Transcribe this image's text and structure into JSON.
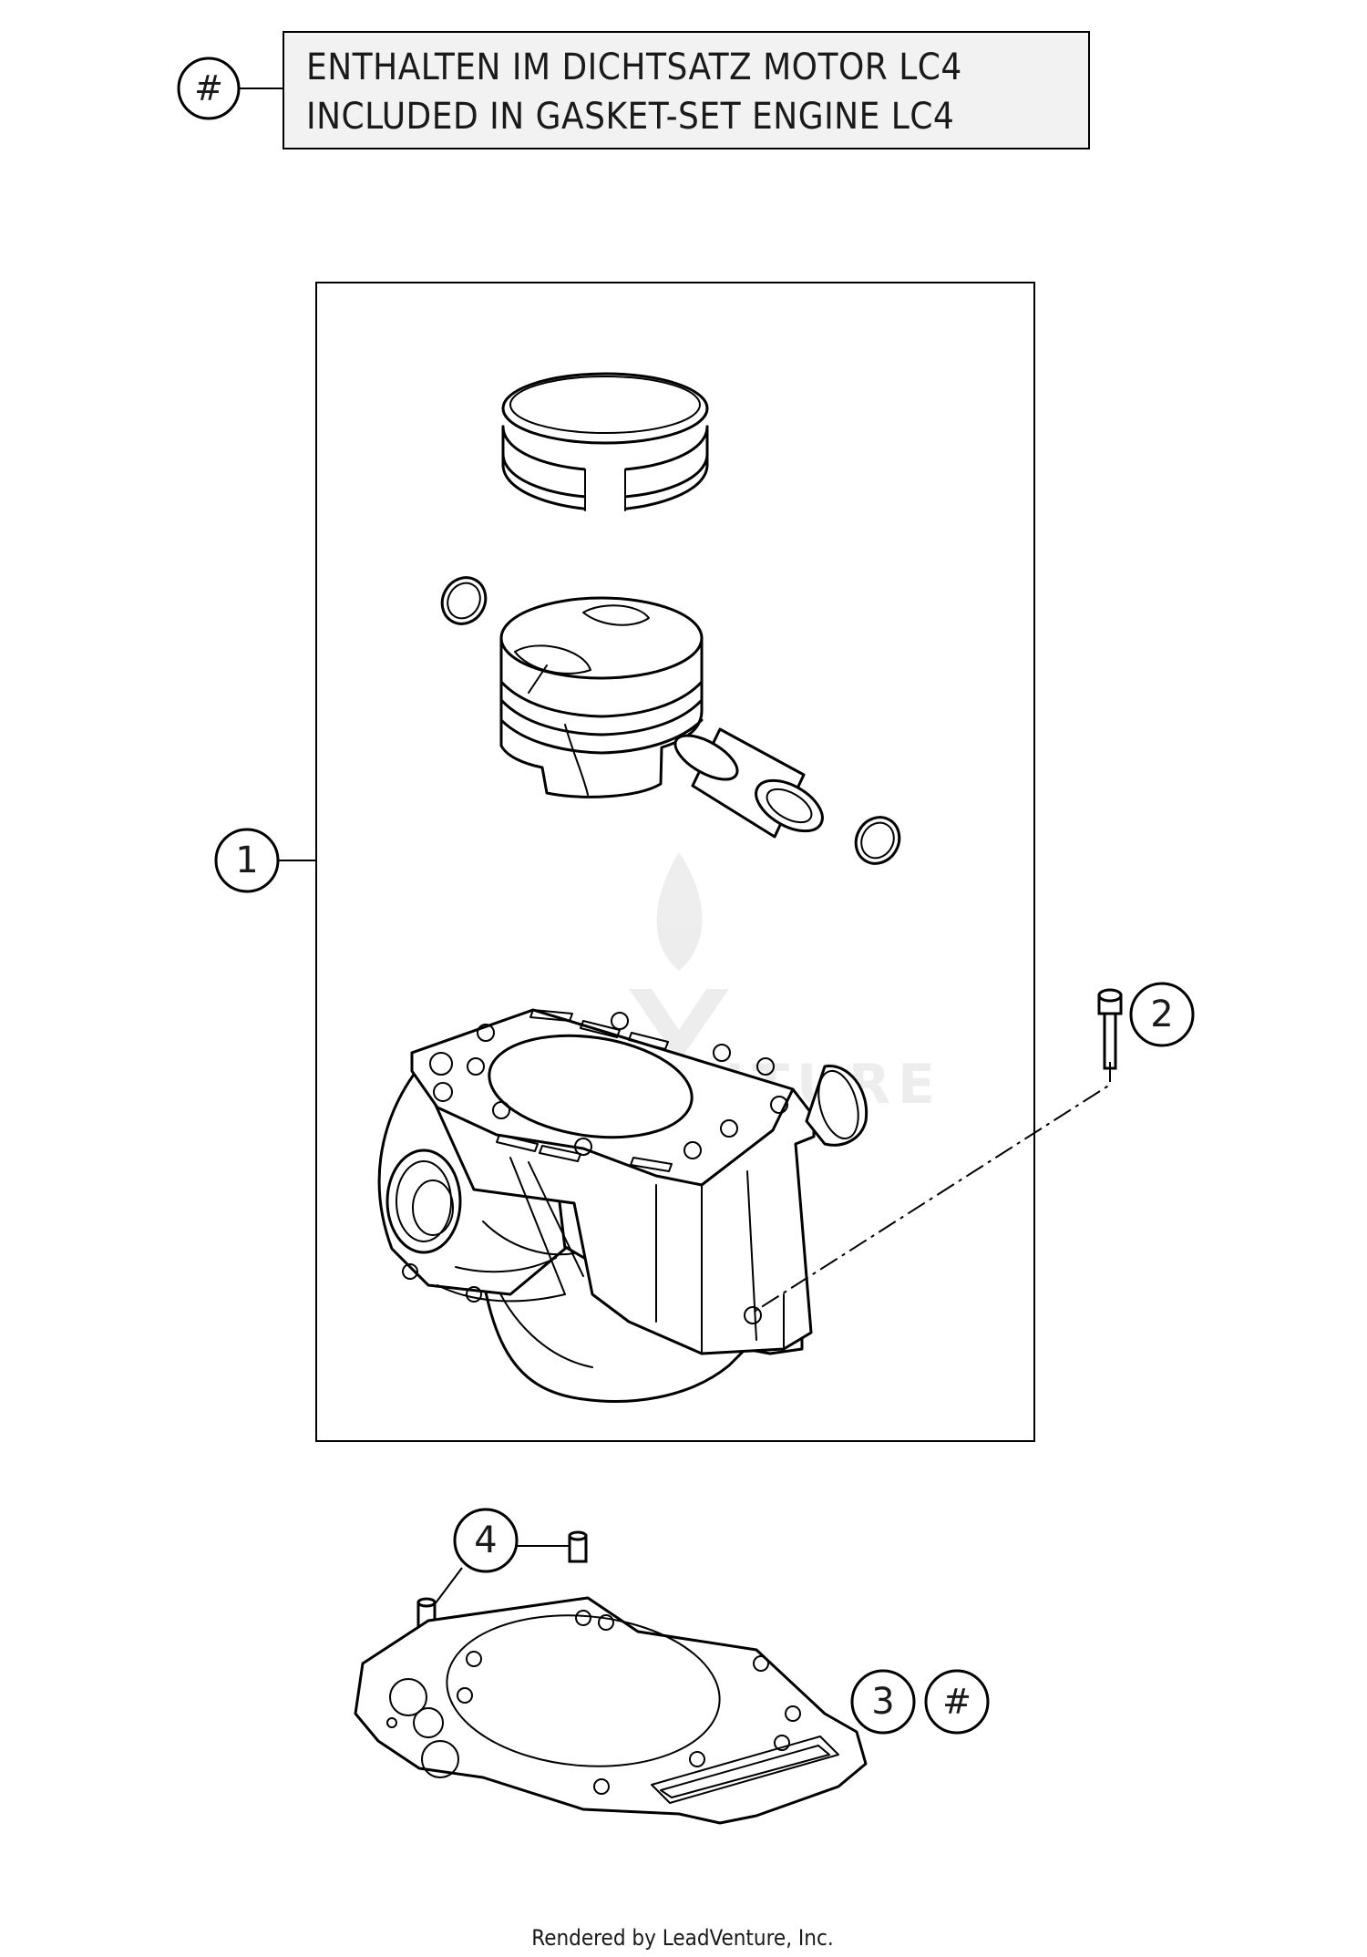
{
  "note": {
    "symbol": "#",
    "line_de": "ENTHALTEN IM DICHTSATZ MOTOR LC4",
    "line_en": "INCLUDED IN GASKET-SET ENGINE LC4"
  },
  "callouts": [
    {
      "id": "1",
      "label": "1",
      "part": "cylinder with piston kit"
    },
    {
      "id": "2",
      "label": "2",
      "part": "screw"
    },
    {
      "id": "3",
      "label": "3",
      "part": "cylinder base gasket",
      "marker": "#"
    },
    {
      "id": "4",
      "label": "4",
      "part": "dowel pins"
    }
  ],
  "watermark": "LEADVENTURE",
  "footer": "Rendered by LeadVenture, Inc."
}
